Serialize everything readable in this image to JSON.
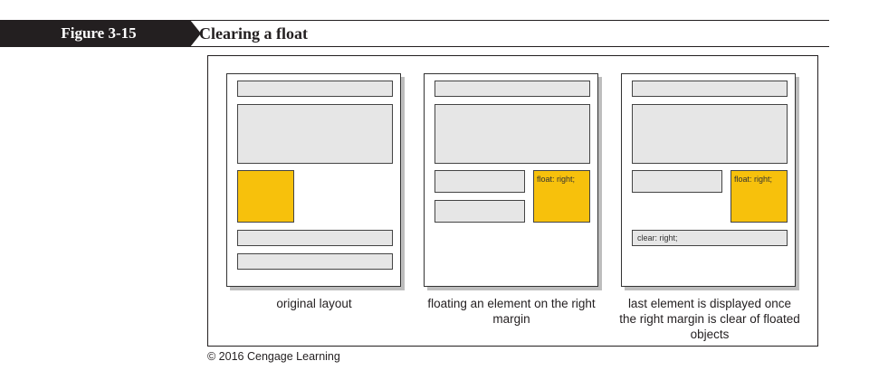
{
  "header": {
    "figure_label": "Figure 3-15",
    "title": "Clearing a float"
  },
  "panels": [
    {
      "caption": "original layout"
    },
    {
      "caption": "floating an element on the right margin",
      "float_label": "float: right;"
    },
    {
      "caption": "last element is displayed once the right margin is clear of floated objects",
      "float_label": "float: right;",
      "clear_label": "clear: right;"
    }
  ],
  "colors": {
    "float_fill": "#f7c10c",
    "block_fill": "#e6e6e6",
    "header_bg": "#231f20"
  },
  "footer": {
    "copyright": "© 2016 Cengage Learning"
  }
}
